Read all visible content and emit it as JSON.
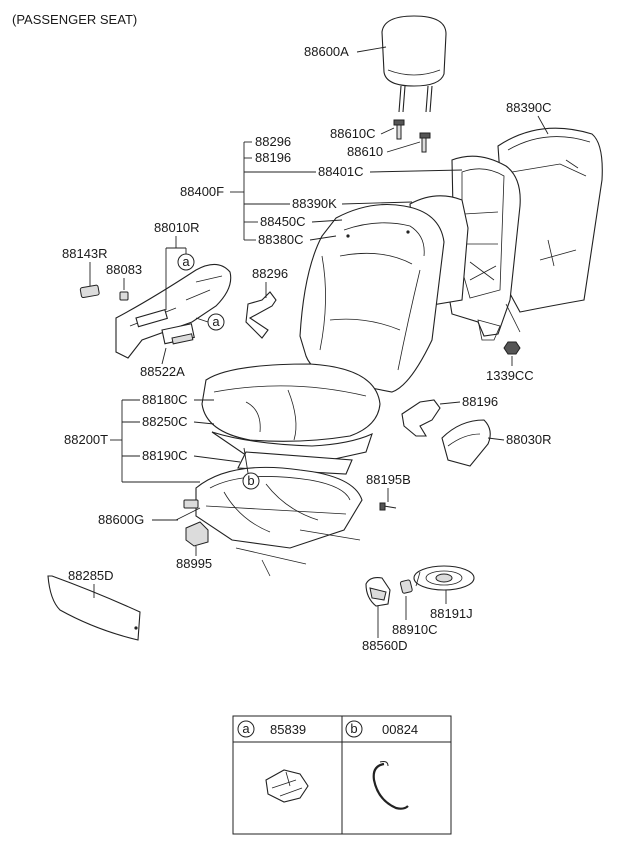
{
  "header": {
    "title": "(PASSENGER SEAT)"
  },
  "labels": {
    "l88600A": "88600A",
    "l88390C": "88390C",
    "l88610C": "88610C",
    "l88610": "88610",
    "l88296a": "88296",
    "l88196a": "88196",
    "l88401C": "88401C",
    "l88400F": "88400F",
    "l88390K": "88390K",
    "l88450C": "88450C",
    "l88380C": "88380C",
    "l88010R": "88010R",
    "l88143R": "88143R",
    "l88083": "88083",
    "l88296b": "88296",
    "l88522A": "88522A",
    "l1339CC": "1339CC",
    "l88180C": "88180C",
    "l88250C": "88250C",
    "l88200T": "88200T",
    "l88190C": "88190C",
    "l88196b": "88196",
    "l88030R": "88030R",
    "l88195B": "88195B",
    "l88600G": "88600G",
    "l88995": "88995",
    "l88285D": "88285D",
    "l88910C": "88910C",
    "l88191J": "88191J",
    "l88560D": "88560D"
  },
  "callouts": {
    "a": "a",
    "b": "b"
  },
  "legend": {
    "a_letter": "a",
    "a_part": "85839",
    "b_letter": "b",
    "b_part": "00824"
  }
}
